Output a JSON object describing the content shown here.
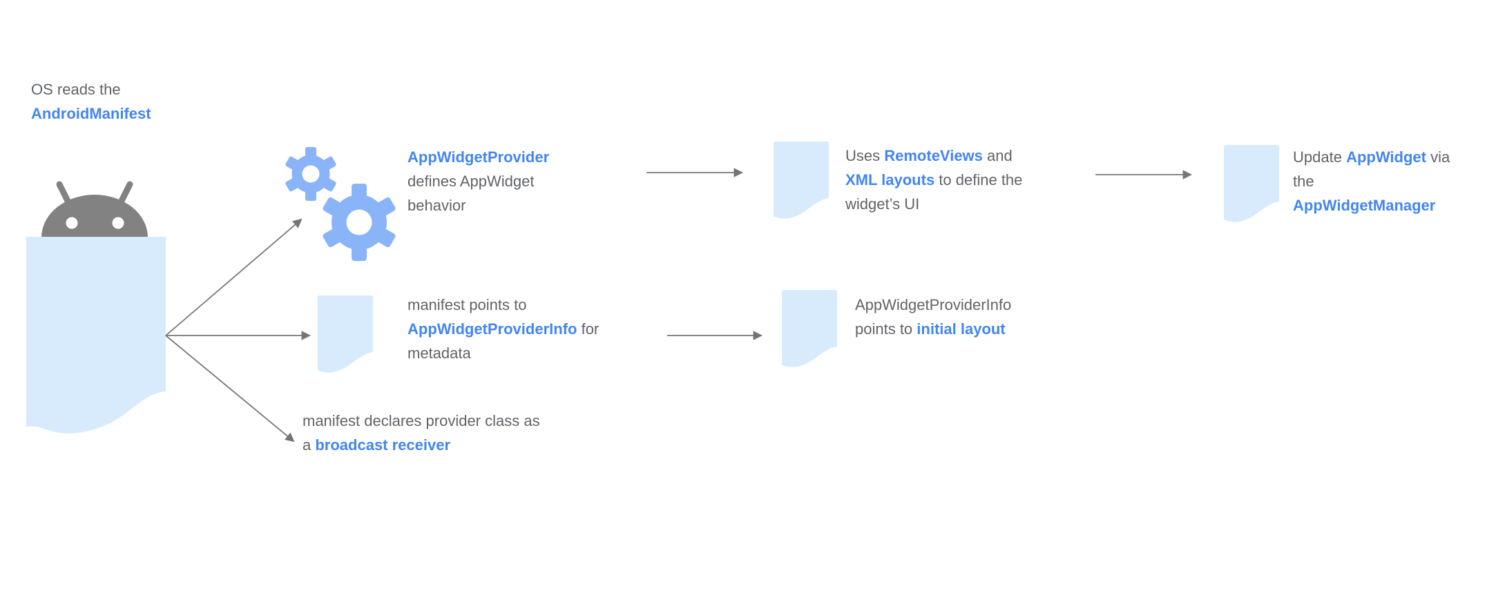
{
  "colors": {
    "accent_blue": "#4285F4",
    "icon_blue": "#8AB4F8",
    "doc_fill": "#D7EBFC",
    "android_gray": "#828282",
    "text_gray": "#5F6368",
    "arrow_gray": "#757575"
  },
  "title": {
    "line1": "OS reads the",
    "link": "AndroidManifest"
  },
  "nodes": {
    "provider": {
      "link": "AppWidgetProvider",
      "line2": "defines AppWidget",
      "line3": "behavior"
    },
    "remoteviews": {
      "t1": "Uses ",
      "l1": "RemoteViews",
      "t2": " and",
      "l2": "XML layouts",
      "t3": " to define the",
      "t4": "widget’s UI"
    },
    "update": {
      "t1": "Update ",
      "l1": "AppWidget",
      "t2": " via",
      "t3": "the",
      "l2": "AppWidgetManager"
    },
    "providerinfo": {
      "t1": "manifest points to",
      "l1": "AppWidgetProviderInfo",
      "t2": " for",
      "t3": "metadata"
    },
    "initiallayout": {
      "t1": "AppWidgetProviderInfo",
      "t2": "points to ",
      "l1": "initial layout"
    },
    "broadcast": {
      "t1": "manifest declares provider class as",
      "t2": "a ",
      "l1": "broadcast receiver"
    }
  },
  "icons": {
    "android": "android-robot",
    "gears": "gears",
    "document": "document"
  }
}
